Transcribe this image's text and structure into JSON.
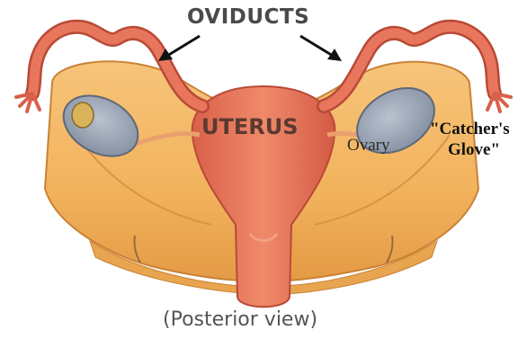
{
  "labels": {
    "oviducts": "OVIDUCTS",
    "uterus": "UTERUS",
    "ovary": "Ovary",
    "glove_line1": "\"Catcher's",
    "glove_line2": "Glove\"",
    "caption": "(Posterior view)"
  },
  "colors": {
    "ligament": "#f2b25c",
    "ligament_dark": "#c98236",
    "uterus": "#e87a5c",
    "uterus_dark": "#c4553e",
    "tube": "#e36f5a",
    "ovary": "#9aa4b4",
    "arrow": "#111111",
    "background": "#ffffff"
  }
}
